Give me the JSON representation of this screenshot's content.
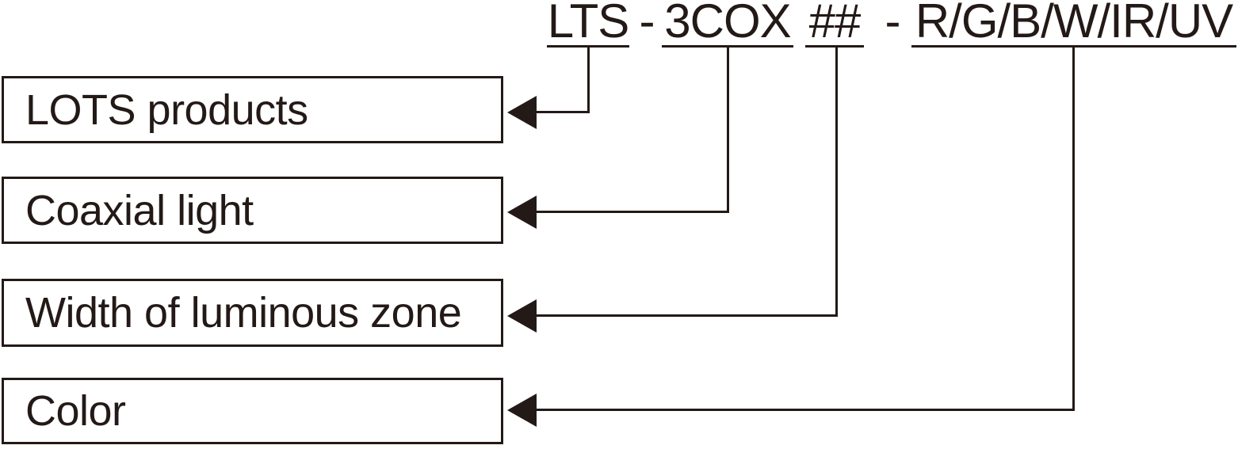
{
  "model_code": {
    "segments": [
      {
        "id": "lts",
        "text": "LTS"
      },
      {
        "id": "3cox",
        "text": "3COX"
      },
      {
        "id": "hash",
        "text": "##"
      },
      {
        "id": "color",
        "text": "R/G/B/W/IR/UV"
      }
    ],
    "separator": "-"
  },
  "rows": [
    {
      "label": "LOTS products"
    },
    {
      "label": "Coaxial light"
    },
    {
      "label": "Width of luminous zone"
    },
    {
      "label": "Color"
    }
  ],
  "colors": {
    "ink": "#231916",
    "background": "#ffffff"
  }
}
